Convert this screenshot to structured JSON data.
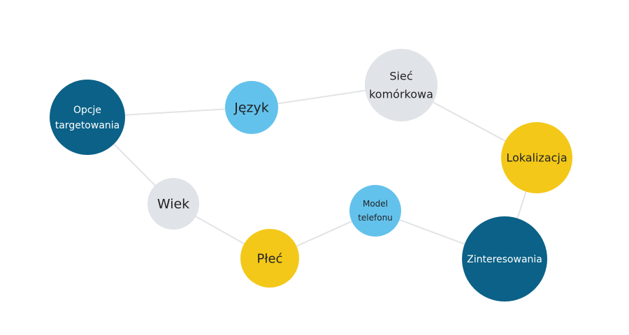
{
  "colors": {
    "background": "#ffffff",
    "edge": "#e2e3e5",
    "dark_blue": "#0b6187",
    "light_blue": "#63c2eb",
    "yellow": "#f3c819",
    "light_gray": "#e0e3e7",
    "text_dark": "#1f2124",
    "text_light": "#ffffff"
  },
  "nodes": [
    {
      "id": "opcje",
      "lines": [
        "Opcje",
        "targetowania"
      ],
      "style": "dark_blue"
    },
    {
      "id": "jezyk",
      "lines": [
        "Język"
      ],
      "style": "light_blue"
    },
    {
      "id": "siec",
      "lines": [
        "Sieć",
        "komórkowa"
      ],
      "style": "light_gray"
    },
    {
      "id": "lokalizacja",
      "lines": [
        "Lokalizacja"
      ],
      "style": "yellow"
    },
    {
      "id": "zainteresowania",
      "lines": [
        "Zinteresowania"
      ],
      "style": "dark_blue"
    },
    {
      "id": "model",
      "lines": [
        "Model",
        "telefonu"
      ],
      "style": "light_blue"
    },
    {
      "id": "plec",
      "lines": [
        "Płeć"
      ],
      "style": "yellow"
    },
    {
      "id": "wiek",
      "lines": [
        "Wiek"
      ],
      "style": "light_gray"
    }
  ],
  "edges": [
    [
      "opcje",
      "jezyk"
    ],
    [
      "jezyk",
      "siec"
    ],
    [
      "siec",
      "lokalizacja"
    ],
    [
      "lokalizacja",
      "zainteresowania"
    ],
    [
      "zainteresowania",
      "model"
    ],
    [
      "model",
      "plec"
    ],
    [
      "plec",
      "wiek"
    ],
    [
      "wiek",
      "opcje"
    ]
  ]
}
